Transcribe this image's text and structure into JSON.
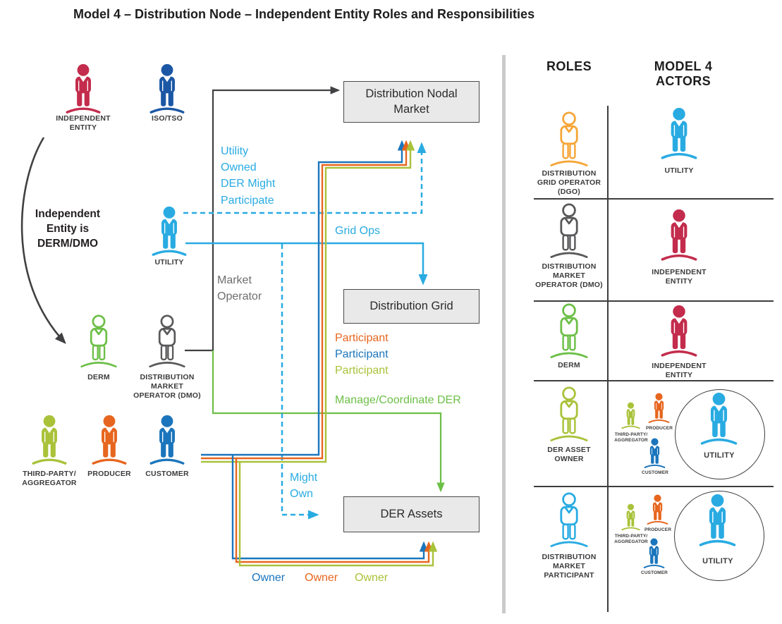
{
  "title": "Model 4 – Distribution Node – Independent Entity Roles and Responsibilities",
  "colors": {
    "crimson": "#c32c4c",
    "dark_blue": "#1b57a5",
    "light_blue": "#29abe2",
    "green": "#6cbf47",
    "gray": "#59595b",
    "yellow_green": "#a9c23a",
    "orange": "#e7661f",
    "blue": "#1b75bc",
    "amber": "#f6a637",
    "black_line": "#414042"
  },
  "diagram": {
    "actors": {
      "independent_entity": {
        "label": "INDEPENDENT\nENTITY"
      },
      "iso_tso": {
        "label": "ISO/TSO"
      },
      "utility": {
        "label": "UTILITY"
      },
      "derm": {
        "label": "DERM"
      },
      "dmo": {
        "label": "DISTRIBUTION\nMARKET\nOPERATOR (DMO)"
      },
      "third_party": {
        "label": "THIRD-PARTY/\nAGGREGATOR"
      },
      "producer": {
        "label": "PRODUCER"
      },
      "customer": {
        "label": "CUSTOMER"
      }
    },
    "boxes": {
      "nodal_market": "Distribution Nodal\nMarket",
      "grid": "Distribution Grid",
      "der_assets": "DER Assets"
    },
    "notes": {
      "independent_is": "Independent\nEntity is\nDERM/DMO",
      "utility_owned": "Utility\nOwned\nDER Might\nParticipate",
      "grid_ops": "Grid Ops",
      "market_operator": "Market\nOperator",
      "participant_producer": "Participant",
      "participant_customer": "Participant",
      "participant_aggregator": "Participant",
      "manage_der": "Manage/Coordinate DER",
      "might_own": "Might\nOwn",
      "owner_customer": "Owner",
      "owner_producer": "Owner",
      "owner_aggregator": "Owner"
    }
  },
  "panel": {
    "roles_header": "ROLES",
    "actors_header": "MODEL 4 ACTORS",
    "rows": [
      {
        "role": "DISTRIBUTION\nGRID OPERATOR\n(DGO)",
        "actor": "UTILITY"
      },
      {
        "role": "DISTRIBUTION\nMARKET\nOPERATOR (DMO)",
        "actor": "INDEPENDENT\nENTITY"
      },
      {
        "role": "DERM",
        "actor": "INDEPENDENT\nENTITY"
      },
      {
        "role": "DER ASSET\nOWNER",
        "cluster": {
          "third_party": "THIRD-PARTY/\nAGGREGATOR",
          "producer": "PRODUCER",
          "customer": "CUSTOMER",
          "utility": "UTILITY"
        }
      },
      {
        "role": "DISTRIBUTION\nMARKET\nPARTICIPANT",
        "cluster": {
          "third_party": "THIRD-PARTY/\nAGGREGATOR",
          "producer": "PRODUCER",
          "customer": "CUSTOMER",
          "utility": "UTILITY"
        }
      }
    ]
  }
}
